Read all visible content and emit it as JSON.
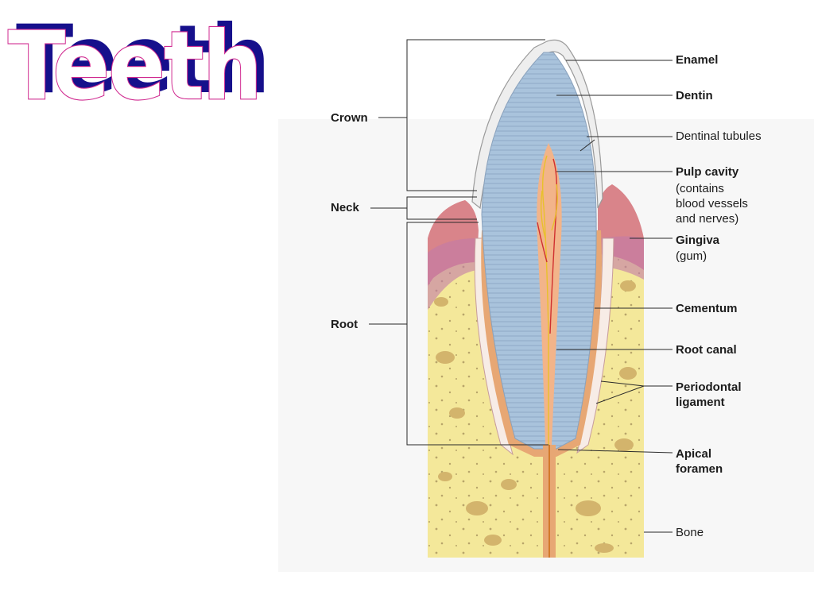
{
  "slide": {
    "title": "Teeth"
  },
  "regions": {
    "crown": "Crown",
    "neck": "Neck",
    "root": "Root"
  },
  "labels": {
    "enamel": "Enamel",
    "dentin": "Dentin",
    "dentinal_tubules": "Dentinal tubules",
    "pulp_cavity": "Pulp cavity",
    "pulp_cavity_note_1": "(contains",
    "pulp_cavity_note_2": "blood vessels",
    "pulp_cavity_note_3": "and nerves)",
    "gingiva": "Gingiva",
    "gingiva_note": "(gum)",
    "cementum": "Cementum",
    "root_canal": "Root canal",
    "periodontal_1": "Periodontal",
    "periodontal_2": "ligament",
    "apical_1": "Apical",
    "apical_2": "foramen",
    "bone": "Bone"
  },
  "colors": {
    "title_shadow": "#16108c",
    "title_outline": "#d02a90",
    "enamel": "#eeeeee",
    "dentin": "#a9c3dc",
    "pulp": "#f2b48a",
    "bone": "#f4e89a",
    "gingiva": "#d9848a",
    "ligament": "#f7ece6"
  }
}
